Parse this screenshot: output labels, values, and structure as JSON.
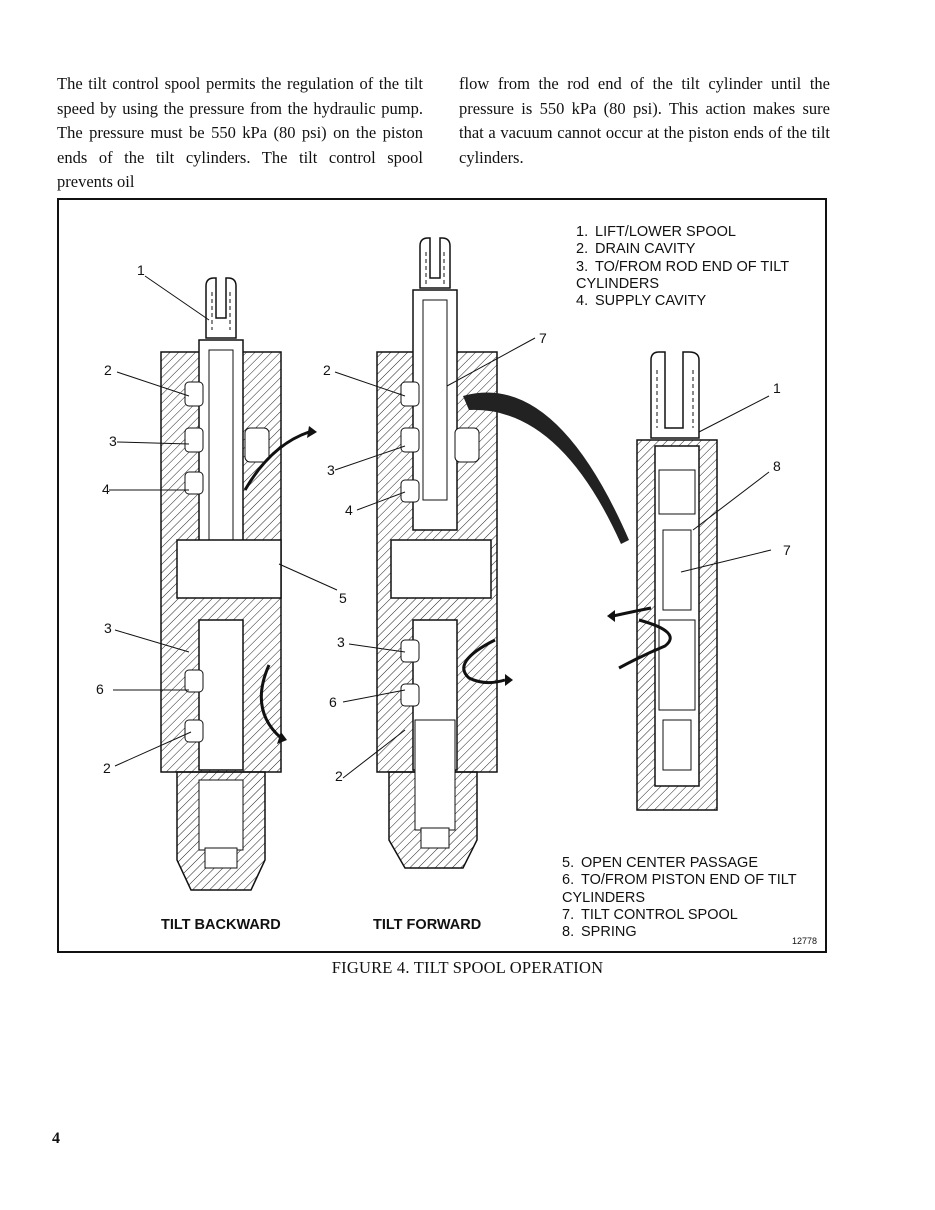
{
  "body_text": {
    "left_column": "The tilt control spool permits the regulation of the tilt speed by using the pressure from the hydraulic pump. The pressure must be 550 kPa (80 psi) on the piston ends of the tilt cylinders. The tilt control spool prevents oil",
    "right_column": "flow from the rod end of the tilt cylinder until the pressure is 550 kPa (80 psi). This action makes sure that a vacuum cannot occur at the piston ends of the tilt cylinders."
  },
  "figure": {
    "caption": "FIGURE 4. TILT SPOOL OPERATION",
    "doc_id": "12778",
    "legend_top": [
      {
        "num": "1.",
        "line1": "LIFT/LOWER SPOOL",
        "line2": ""
      },
      {
        "num": "2.",
        "line1": "DRAIN CAVITY",
        "line2": ""
      },
      {
        "num": "3.",
        "line1": "TO/FROM ROD END OF TILT",
        "line2": "CYLINDERS"
      },
      {
        "num": "4.",
        "line1": "SUPPLY CAVITY",
        "line2": ""
      }
    ],
    "legend_bottom": [
      {
        "num": "5.",
        "line1": "OPEN CENTER PASSAGE",
        "line2": ""
      },
      {
        "num": "6.",
        "line1": "TO/FROM PISTON END OF TILT",
        "line2": "CYLINDERS"
      },
      {
        "num": "7.",
        "line1": "TILT CONTROL SPOOL",
        "line2": ""
      },
      {
        "num": "8.",
        "line1": "SPRING",
        "line2": ""
      }
    ],
    "views": {
      "left_title": "TILT BACKWARD",
      "middle_title": "TILT FORWARD"
    },
    "callouts": {
      "left_1": "1",
      "left_2a": "2",
      "left_3a": "3",
      "left_4": "4",
      "left_3b": "3",
      "left_6": "6",
      "left_2b": "2",
      "mid_2": "2",
      "mid_3a": "3",
      "mid_4": "4",
      "mid_5": "5",
      "mid_7": "7",
      "mid_3b": "3",
      "mid_6": "6",
      "mid_2b": "2",
      "right_1": "1",
      "right_8": "8",
      "right_7": "7"
    }
  },
  "page_number": "4"
}
